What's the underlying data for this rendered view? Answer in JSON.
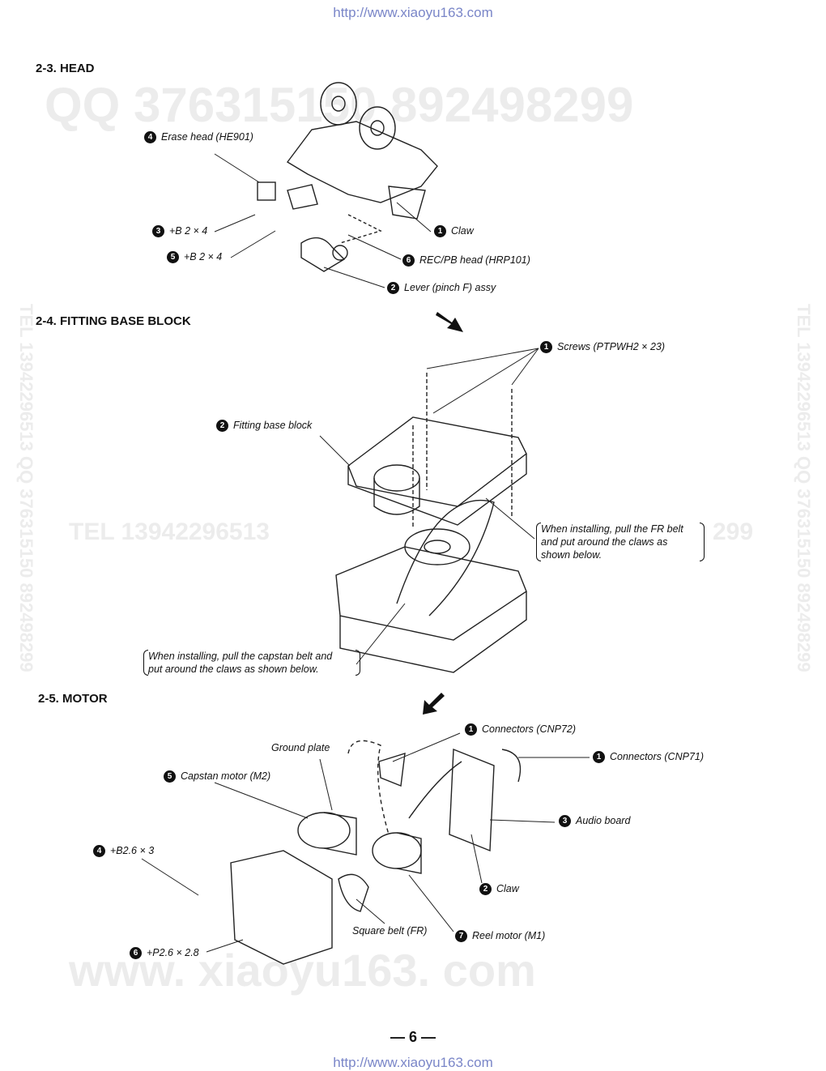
{
  "urls": {
    "top": "http://www.xiaoyu163.com",
    "bottom": "http://www.xiaoyu163.com"
  },
  "watermarks": {
    "qq_top": "QQ 376315150   892498299",
    "tel_mid": "TEL  13942296513",
    "mid_right": "299",
    "site": "www. xiaoyu163. com",
    "side_left": "TEL 13942296513 QQ 376315150 892498299",
    "side_right": "TEL 13942296513 QQ 376315150 892498299"
  },
  "sections": {
    "head": {
      "title": "2-3.  HEAD",
      "labels": [
        {
          "n": "4",
          "text": "Erase head (HE901)"
        },
        {
          "n": "1",
          "text": "Claw"
        },
        {
          "n": "3",
          "text": "+B 2 × 4"
        },
        {
          "n": "5",
          "text": "+B 2 × 4"
        },
        {
          "n": "6",
          "text": "REC/PB head (HRP101)"
        },
        {
          "n": "2",
          "text": "Lever (pinch F) assy"
        }
      ]
    },
    "fitting": {
      "title": "2-4.  FITTING BASE BLOCK",
      "labels": [
        {
          "n": "1",
          "text": "Screws (PTPWH2 × 23)"
        },
        {
          "n": "2",
          "text": "Fitting base block"
        }
      ],
      "note_fr": [
        "When installing, pull the FR belt",
        "and put around the claws as",
        "shown below."
      ],
      "note_capstan": [
        "When installing, pull the capstan belt and",
        "put around the claws as shown below."
      ]
    },
    "motor": {
      "title": "2-5.  MOTOR",
      "labels": [
        {
          "n": "1",
          "text": "Connectors (CNP72)"
        },
        {
          "n": "1",
          "text": "Connectors (CNP71)"
        },
        {
          "n": "",
          "text": "Ground plate"
        },
        {
          "n": "5",
          "text": "Capstan motor (M2)"
        },
        {
          "n": "3",
          "text": "Audio board"
        },
        {
          "n": "4",
          "text": "+B2.6 × 3"
        },
        {
          "n": "2",
          "text": "Claw"
        },
        {
          "n": "",
          "text": "Square belt (FR)"
        },
        {
          "n": "7",
          "text": "Reel motor (M1)"
        },
        {
          "n": "6",
          "text": "+P2.6 × 2.8"
        }
      ]
    }
  },
  "page_number": "— 6 —"
}
